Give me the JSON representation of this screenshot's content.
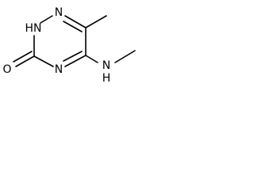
{
  "structure": {
    "atoms": {
      "n_ring_top": "N",
      "nh_ring_left": "HN",
      "n_ring_bottom": "N",
      "oxygen": "O",
      "nh_amine": "N",
      "nh_amine_h": "H"
    },
    "colors": {
      "bond": "#000000",
      "text": "#000000",
      "background": "#ffffff"
    }
  }
}
